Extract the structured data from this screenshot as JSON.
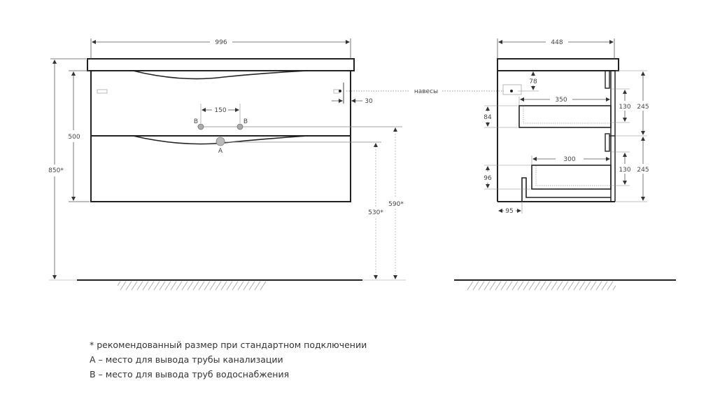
{
  "front_view": {
    "width_label": "996",
    "height_label": "500",
    "total_height_label": "850*",
    "drain_height_label": "530*",
    "water_height_label": "590*",
    "water_spacing_label": "150",
    "hanger_offset_label": "30",
    "point_a_label": "A",
    "point_b_left_label": "B",
    "point_b_right_label": "B"
  },
  "hanger_label": "навесы",
  "side_view": {
    "depth_label": "448",
    "hanger_depth_label": "78",
    "upper_drawer_depth_label": "350",
    "upper_drawer_height_label": "84",
    "upper_front_inner_label": "130",
    "upper_front_label": "245",
    "lower_drawer_depth_label": "300",
    "lower_drawer_height_label": "96",
    "lower_front_inner_label": "130",
    "lower_front_label": "245",
    "cutout_offset_label": "95"
  },
  "notes": [
    "* рекомендованный размер при стандартном подключении",
    "A – место для вывода трубы канализации",
    "B – место для вывода труб водоснабжения"
  ]
}
